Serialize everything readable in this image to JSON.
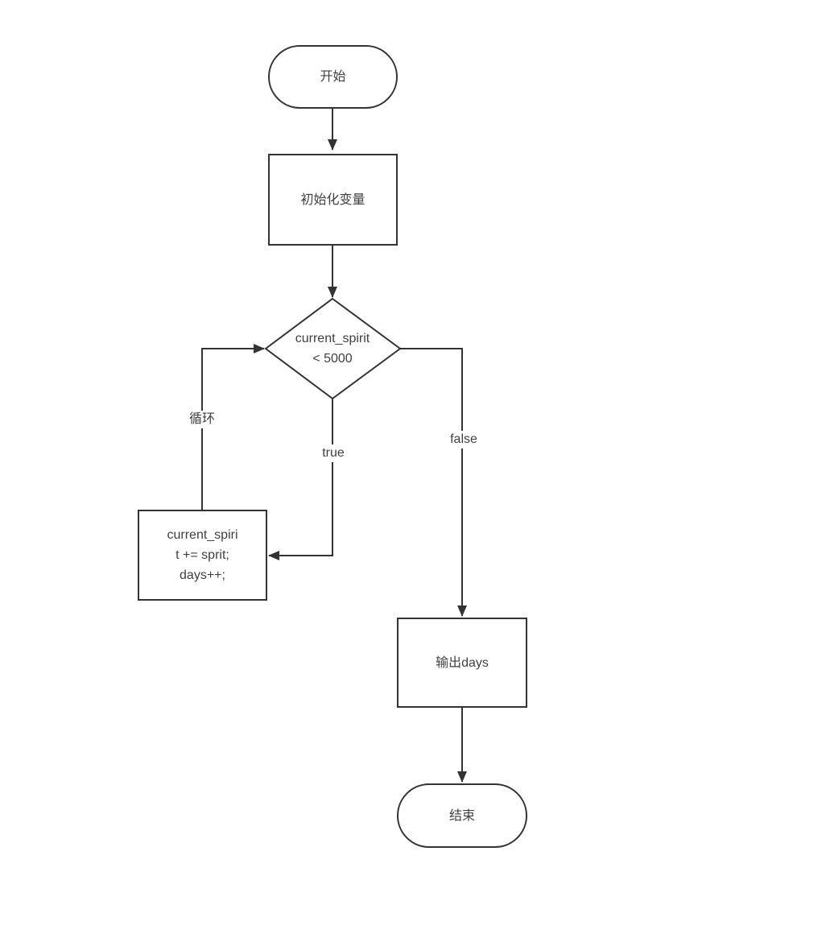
{
  "diagram": {
    "type": "flowchart",
    "background": "#ffffff",
    "stroke_color": "#333333",
    "text_color": "#404040",
    "nodes": {
      "start": {
        "shape": "stadium",
        "label": "开始"
      },
      "init": {
        "shape": "process",
        "label": "初始化变量"
      },
      "decision": {
        "shape": "diamond",
        "label": "current_spirit\n< 5000"
      },
      "loop_body": {
        "shape": "process",
        "label": "current_spiri\nt += sprit;\ndays++;"
      },
      "output": {
        "shape": "process",
        "label": "输出days"
      },
      "end": {
        "shape": "stadium",
        "label": "结束"
      }
    },
    "edge_labels": {
      "loop": "循环",
      "true_branch": "true",
      "false_branch": "false"
    }
  }
}
